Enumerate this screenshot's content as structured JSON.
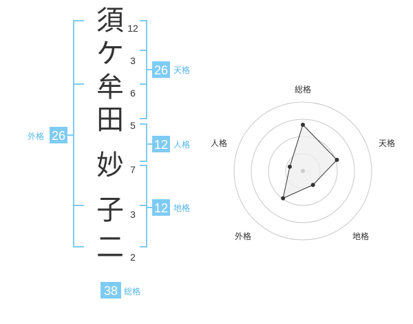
{
  "name_chars": [
    {
      "char": "須",
      "strokes": "12"
    },
    {
      "char": "ケ",
      "strokes": "3"
    },
    {
      "char": "牟",
      "strokes": "6"
    },
    {
      "char": "田",
      "strokes": "5"
    },
    {
      "char": "妙",
      "strokes": "7"
    },
    {
      "char": "子",
      "strokes": "3"
    },
    {
      "char": "二",
      "strokes": "2"
    }
  ],
  "fortunes": {
    "tenkaku": {
      "value": "26",
      "label": "天格"
    },
    "jinkaku": {
      "value": "12",
      "label": "人格"
    },
    "chikaku": {
      "value": "12",
      "label": "地格"
    },
    "gaikaku": {
      "value": "26",
      "label": "外格"
    },
    "soukaku": {
      "value": "38",
      "label": "総格"
    }
  },
  "chart_data": {
    "type": "radar",
    "axes": [
      "総格",
      "天格",
      "地格",
      "外格",
      "人格"
    ],
    "values": [
      0.67,
      0.52,
      0.25,
      0.49,
      0.2
    ],
    "rings": 4,
    "colors": {
      "fill": "#eeeeee",
      "line": "#333333",
      "grid": "#c8c8c8"
    }
  }
}
